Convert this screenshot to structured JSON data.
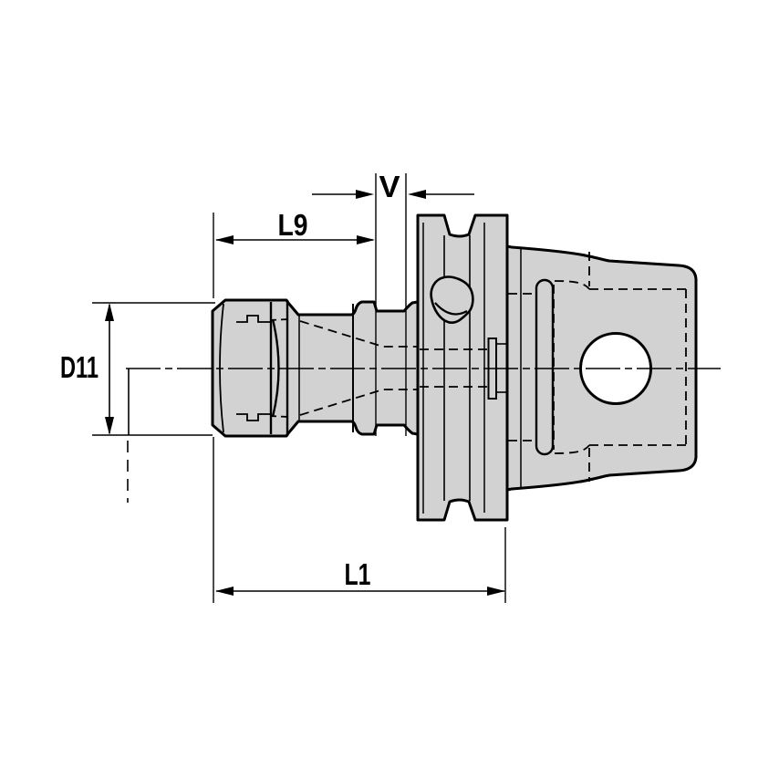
{
  "figure": {
    "kind": "technical-drawing"
  },
  "colors": {
    "background": "#ffffff",
    "part_fill": "#d2d2d2",
    "line": "#000000",
    "hole_fill": "#ffffff"
  },
  "dimension_labels": {
    "v": "V",
    "l9": "L9",
    "d11": "D11",
    "l1": "L1"
  }
}
